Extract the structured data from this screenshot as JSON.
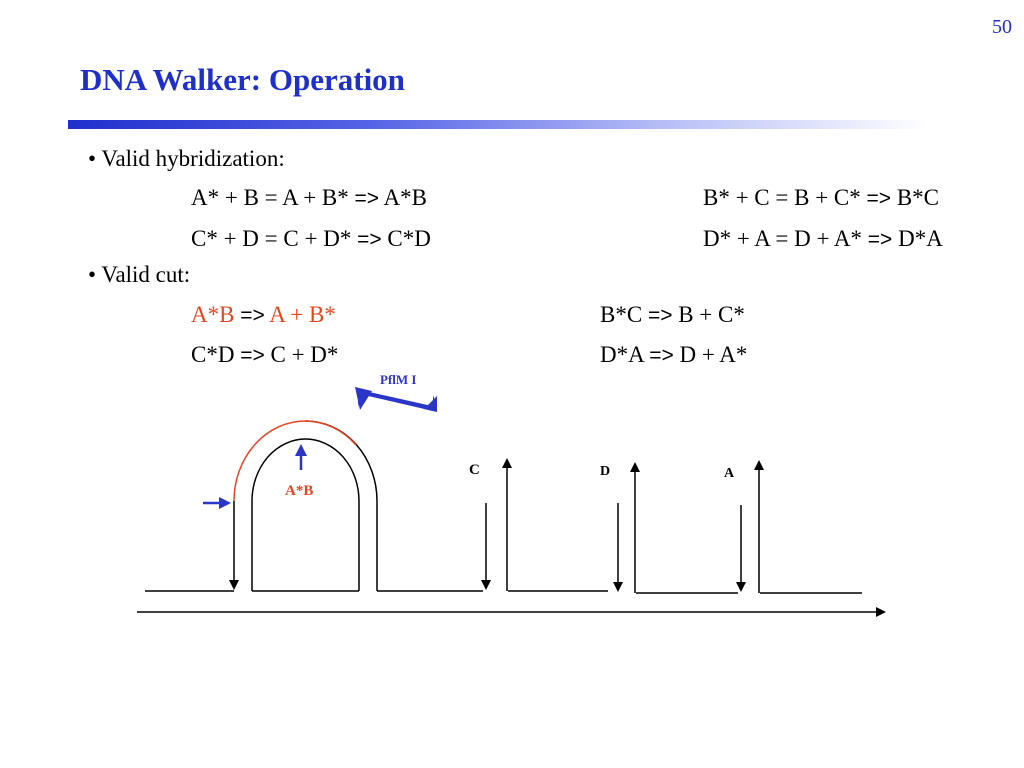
{
  "slide": {
    "number": "50",
    "title": "DNA Walker: Operation"
  },
  "hybridization": {
    "heading": "• Valid hybridization:",
    "rules": [
      {
        "lhs": "A* + B = A + B*",
        "arrow": "=>",
        "rhs": "A*B"
      },
      {
        "lhs": "B* + C = B + C*",
        "arrow": "=>",
        "rhs": "B*C"
      },
      {
        "lhs": "C* + D = C + D*",
        "arrow": "=>",
        "rhs": "C*D"
      },
      {
        "lhs": "D* + A = D + A*",
        "arrow": "=>",
        "rhs": "D*A"
      }
    ]
  },
  "cut": {
    "heading": "• Valid cut:",
    "rules": [
      {
        "lhs": "A*B",
        "arrow": "=>",
        "rhs": "A + B*"
      },
      {
        "lhs": "B*C",
        "arrow": "=>",
        "rhs": "B + C*"
      },
      {
        "lhs": "C*D",
        "arrow": "=>",
        "rhs": "C + D*"
      },
      {
        "lhs": "D*A",
        "arrow": "=>",
        "rhs": "D + A*"
      }
    ]
  },
  "diagram": {
    "enzyme_label": "PflM I",
    "complex_label": "A*B",
    "anchor_labels": [
      "C",
      "D",
      "A"
    ],
    "colors": {
      "highlight": "#e8441e",
      "enzyme": "#2a36c8",
      "strand": "#000000"
    }
  }
}
